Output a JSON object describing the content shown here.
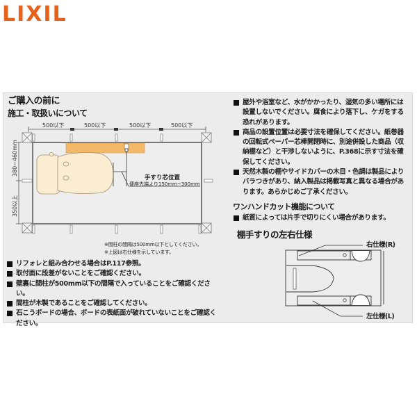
{
  "brand": {
    "logo_text": "LIXIL",
    "logo_color": "#e8611a"
  },
  "left": {
    "title": "ご購入の前に",
    "subtitle": "施工・取扱いについて",
    "diagram": {
      "spacing_labels": [
        "500以下",
        "500以下",
        "500以下",
        "500以下"
      ],
      "vertical_dim_top": "380~460mm",
      "vertical_dim_bottom": "350以上",
      "callout_title": "手すり芯位置",
      "callout_detail": "便座先端より150mm~300mm",
      "shelf_color": "#f3b968",
      "toilet_color": "#fbedd2"
    },
    "notes": [
      "※間柱の間隔は500mm以下としてください。",
      "※上図は右仕様を示しています。"
    ],
    "bullets": [
      "リフォレと組み合わせる場合はP.117参照。",
      "取付面に段差がないことをご確認ください。",
      "壁裏に間柱が500mm以下の間隔で入っていることをご確認ください。",
      "間柱が木製であることをご確認してください。",
      "石こうボードの場合、ボードの表紙面が破れていないことをご確認ください。"
    ]
  },
  "right": {
    "bullets": [
      "屋外や浴室など、水がかかったり、湿気の多い場所には設置しないでください。腐食により落下し、ケガをする恐れがあります。",
      "商品の設置位置は必要寸法を確保してください。紙巻器の回転式ペーパー芯棒開閉時に、別途併設した商品（収納棚など）と干渉しないように、P.368に示す寸法を確保してください。",
      "天然木製の棚やサイドカバーの木目・色調は製品によりバラつきがあり、納入製品は掲載写真と異なる場合があります。あらかじめご了承ください。"
    ],
    "onehand_title": "ワンハンドカット機能について",
    "onehand_bullets": [
      "紙質によっては片手で切りにくい場合があります。"
    ],
    "lr_title": "棚手すりの左右仕様",
    "lr_labels": {
      "right": "右仕様(R)",
      "left": "左仕様(L)"
    }
  }
}
